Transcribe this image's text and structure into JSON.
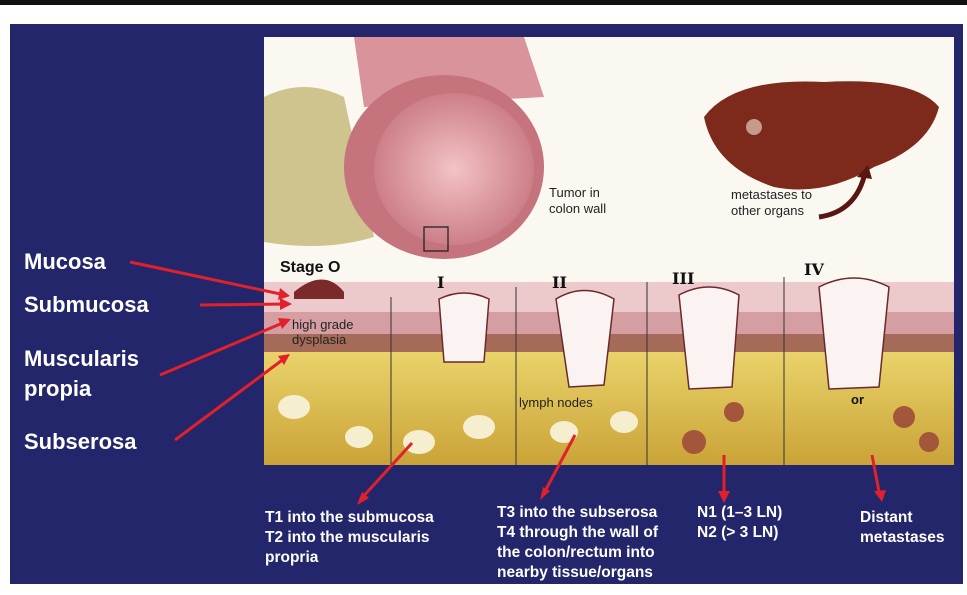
{
  "left_labels": [
    "Mucosa",
    "Submucosa",
    "Muscularis",
    "propia",
    "Subserosa"
  ],
  "art_labels": {
    "tumor_line1": "Tumor in",
    "tumor_line2": "colon wall",
    "meta_line1": "metastases to",
    "meta_line2": "other organs",
    "dysplasia_line1": "high grade",
    "dysplasia_line2": "dysplasia",
    "lymph": "lymph nodes",
    "or": "or"
  },
  "stages": [
    "Stage O",
    "I",
    "II",
    "III",
    "IV"
  ],
  "captions": {
    "t12": [
      "T1 into the submucosa",
      "T2 into the muscularis",
      "propria"
    ],
    "t34": [
      "T3 into the subserosa",
      "T4 through the wall of",
      "the colon/rectum into",
      "nearby tissue/organs"
    ],
    "n": [
      "N1 (1–3 LN)",
      "N2 (> 3 LN)"
    ],
    "m": [
      "Distant",
      "metastases"
    ]
  },
  "colors": {
    "background": "#24266c",
    "arrow": "#e0202a",
    "text": "#ffffff"
  }
}
